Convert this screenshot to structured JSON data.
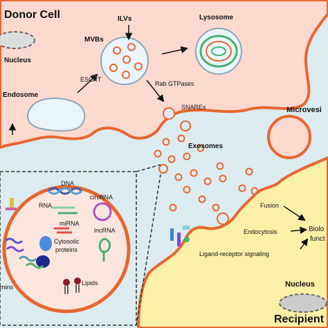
{
  "labels": {
    "donor_cell": "Donor Cell",
    "nucleus_donor": "Nucleus",
    "ilvs": "ILVs",
    "lysosome": "Lysosome",
    "mvbs": "MVBs",
    "escrt": "ESCRT",
    "endosome": "Endosome",
    "rab": "Rab GTPases",
    "snares": "SNAREs",
    "microvesicles": "Microvesi",
    "exosomes": "Exosomes",
    "dna": "DNA",
    "rna": "RNA",
    "circrna": "circRNA",
    "mirna": "miRNA",
    "lncrna": "lncRNA",
    "cytosolic_1": "Cytosolic",
    "cytosolic_2": "proteins",
    "lipids": "Lipids",
    "proteins_partial": "mins",
    "fusion": "Fusion",
    "endocytosis": "Endocytosis",
    "ligand": "Ligand-receptor signaling",
    "bio_1": "Biolo",
    "bio_2": "funct",
    "nucleus_recipient": "Nucleus",
    "recipient": "Recipient"
  },
  "colors": {
    "background": "#dcebf0",
    "donor_cytoplasm": "#fbd9cf",
    "recipient_cytoplasm": "#fbf0a8",
    "membrane": "#e8662e",
    "vesicle_fill": "#eaf4fb",
    "vesicle_stroke": "#88a4bc",
    "lysosome_ring": "#4caf6c"
  }
}
